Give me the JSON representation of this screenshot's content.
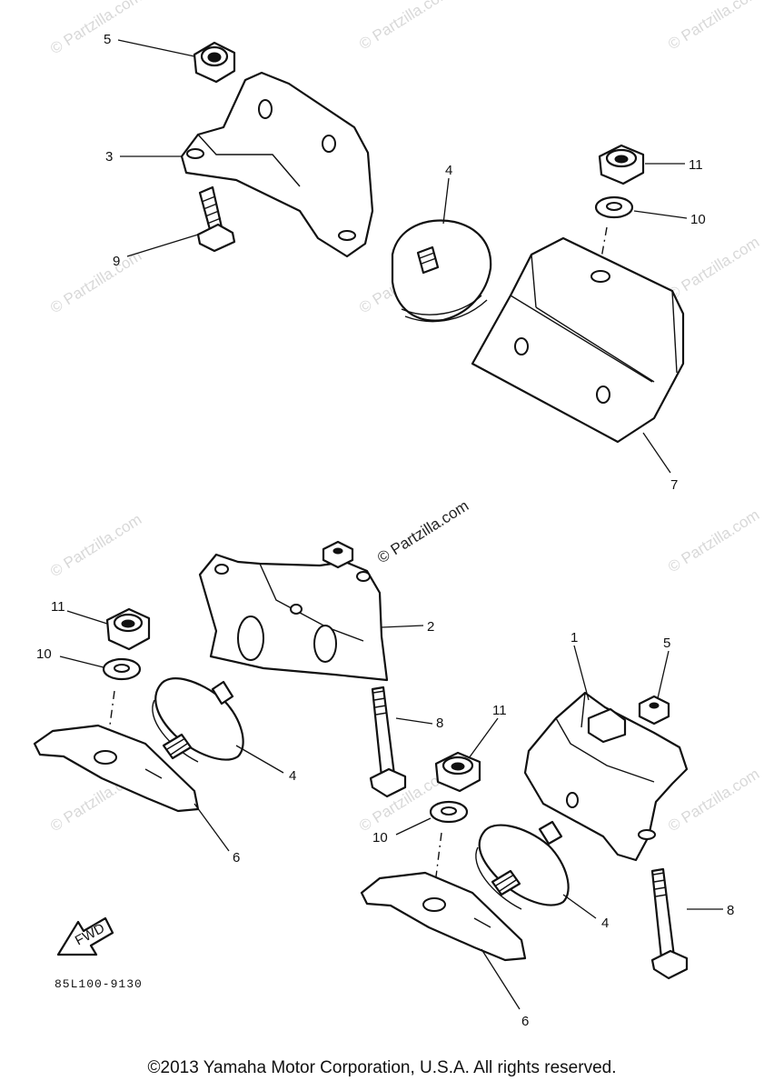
{
  "watermark": "© Partzilla.com",
  "watermark_center": "© Partzilla.com",
  "fwd_label": "FWD",
  "diagram_code": "85L100-9130",
  "copyright": "©2013 Yamaha Motor Corporation, U.S.A. All rights reserved.",
  "callouts": {
    "c5_top": "5",
    "c3": "3",
    "c9": "9",
    "c4_top": "4",
    "c11_top": "11",
    "c10_top": "10",
    "c7": "7",
    "c2": "2",
    "c11_left": "11",
    "c10_left": "10",
    "c4_left": "4",
    "c6_left": "6",
    "c8_mid": "8",
    "c11_mid": "11",
    "c10_mid": "10",
    "c1": "1",
    "c5_right": "5",
    "c4_right": "4",
    "c8_right": "8",
    "c6_right": "6"
  }
}
